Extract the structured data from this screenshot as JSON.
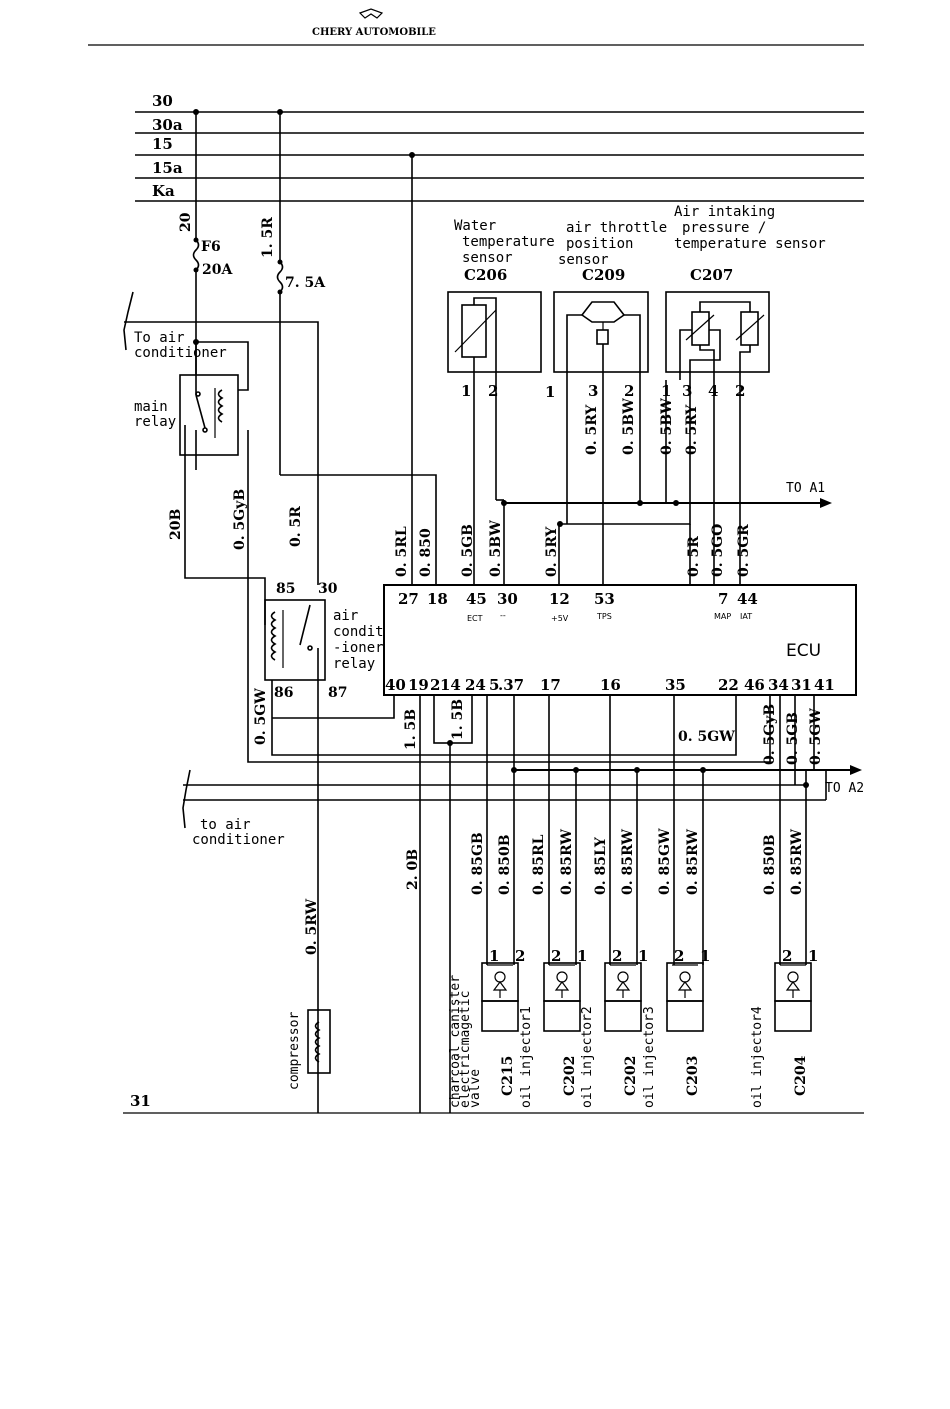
{
  "header": {
    "brand": "CHERY AUTOMOBILE"
  },
  "page_number": "31",
  "rails": [
    "30",
    "30a",
    "15",
    "15a",
    "Ka"
  ],
  "wires": {
    "w20": "20",
    "w15R": "1. 5R",
    "w20B": "20B",
    "w05GyB": "0. 5GyB",
    "w05R_relay": "0. 5R",
    "w05GW_left": "0. 5GW",
    "w05RL": "0. 5RL",
    "w0850": "0. 850",
    "w05GB_c206": "0. 5GB",
    "w05BW_c206": "0. 5BW",
    "w05RY_c209": "0. 5RY",
    "w05RY_top": "0. 5RY",
    "w05BW_top": "0. 5BW",
    "w05BW_c207": "0. 5BW",
    "w05RY_c207": "0. 5RY",
    "w05R_c207": "0. 5R",
    "w05GO": "0. 5GO",
    "w05GR": "0. 5GR",
    "w15B_a": "1. 5B",
    "w15B_b": "1. 5B",
    "w05GW_bottom": "0. 5GW",
    "w05GyB_right": "0. 5GyB",
    "w05GB_right": "0. 5GB",
    "w05GW_right": "0. 5GW",
    "w20B_bottom": "2. 0B",
    "w05RW": "0. 5RW",
    "w085GB": "0. 85GB",
    "w0850B_a": "0. 850B",
    "w085RL": "0. 85RL",
    "w085RW_a": "0. 85RW",
    "w085LY": "0. 85LY",
    "w085RW_b": "0. 85RW",
    "w085GW": "0. 85GW",
    "w085RW_c": "0. 85RW",
    "w0850B_b": "0. 850B",
    "w085RW_d": "0. 85RW"
  },
  "fuses": {
    "f6": "F6",
    "f6_rating": "20A",
    "f2_rating": "7. 5A"
  },
  "labels": {
    "to_ac_top_1": "To air",
    "to_ac_top_2": "conditioner",
    "main_relay_1": "main",
    "main_relay_2": "relay",
    "ac_relay_1": "air",
    "ac_relay_2": "condit",
    "ac_relay_3": "-ioner",
    "ac_relay_4": "relay",
    "to_ac_bottom_1": "to air",
    "to_ac_bottom_2": "conditioner",
    "to_a1": "TO A1",
    "to_a2": "TO A2",
    "compressor": "compressor"
  },
  "relay_pins": {
    "p85": "85",
    "p30": "30",
    "p86": "86",
    "p87": "87"
  },
  "sensors": {
    "c206": {
      "code": "C206",
      "name_1": "Water",
      "name_2": "temperature",
      "name_3": "sensor",
      "pin1": "1",
      "pin2": "2"
    },
    "c209": {
      "code": "C209",
      "name_1": "air throttle",
      "name_2": "position",
      "name_3": "sensor",
      "pin1": "1",
      "pin3": "3",
      "pin2": "2"
    },
    "c207": {
      "code": "C207",
      "name_1": "Air intaking",
      "name_2": "pressure /",
      "name_3": "temperature sensor",
      "pin1": "1",
      "pin3": "3",
      "pin4": "4",
      "pin2": "2"
    }
  },
  "ecu": {
    "label": "ECU",
    "top_pins": [
      "27",
      "18",
      "45",
      "30",
      "12",
      "53",
      "7",
      "44"
    ],
    "top_sublabels": {
      "ect": "ECT",
      "dash": "--",
      "plus5v": "+5V",
      "tps": "TPS",
      "map": "MAP",
      "iat": "IAT"
    },
    "bottom_pins": {
      "p40": "40",
      "p19": "19",
      "p2": "2",
      "p14": "14",
      "p24": "24",
      "p5": "5",
      "p37": ".37",
      "p17": "17",
      "p16": "16",
      "p35": "35",
      "p22": "22",
      "p46": "46",
      "p34": "34",
      "p31": "31",
      "p41": "41"
    }
  },
  "actuators": [
    {
      "name": "charcoal canister",
      "name_2": "electricmagetic",
      "name_3": "valve",
      "code": "C215",
      "pin_a": "1",
      "pin_b": "2"
    },
    {
      "name": "oil injector1",
      "code": "C202",
      "pin_a": "2",
      "pin_b": "1"
    },
    {
      "name": "oil injector2",
      "code": "C202",
      "pin_a": "2",
      "pin_b": "1"
    },
    {
      "name": "oil injector3",
      "code": "C203",
      "pin_a": "2",
      "pin_b": "1"
    },
    {
      "name": "oil injector4",
      "code": "C204",
      "pin_a": "2",
      "pin_b": "1"
    }
  ]
}
